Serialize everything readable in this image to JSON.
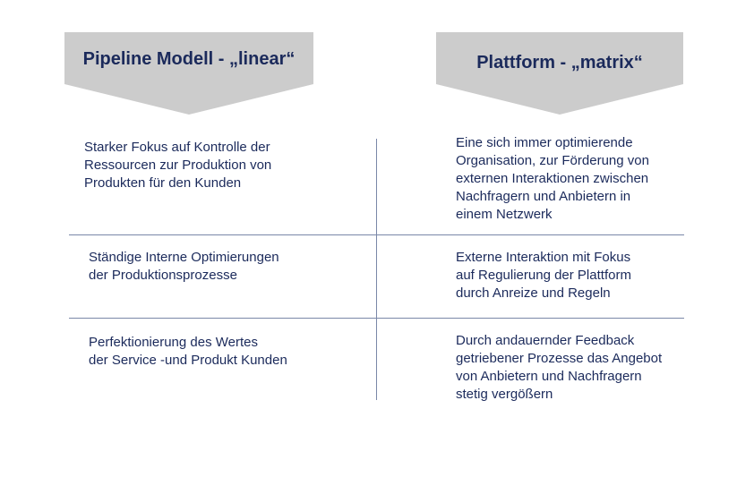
{
  "headers": {
    "left": "Pipeline Modell - „linear“",
    "right": "Plattform - „matrix“"
  },
  "rows": [
    {
      "left": "Starker Fokus auf Kontrolle der\nRessourcen zur Produktion von\nProdukten für den Kunden",
      "right": "Eine sich immer optimierende\nOrganisation, zur Förderung von\nexternen Interaktionen zwischen\nNachfragern und Anbietern in\neinem Netzwerk"
    },
    {
      "left": "Ständige Interne Optimierungen\nder Produktionsprozesse",
      "right": "Externe Interaktion mit Fokus\nauf Regulierung der Plattform\ndurch Anreize und Regeln"
    },
    {
      "left": "Perfektionierung des Wertes\nder Service -und Produkt Kunden",
      "right": "Durch andauernder Feedback\ngetriebener Prozesse das Angebot\nvon Anbietern und Nachfragern\nstetig vergößern"
    }
  ],
  "colors": {
    "text": "#1b2a5b",
    "header_fill": "#cccccc",
    "divider": "#7a87a8"
  }
}
